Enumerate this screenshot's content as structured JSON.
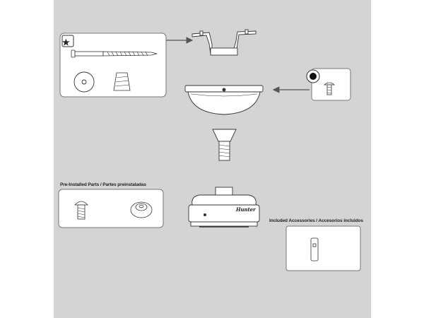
{
  "labels": {
    "pre_installed": "Pre-Installed Parts / Partes preinstaladas",
    "included_accessories": "Included Accessories / Accesorios incluidos",
    "brand": "Hunter"
  },
  "icons": {
    "star": "★"
  },
  "colors": {
    "panel": "#d4d4d4",
    "box_fill": "#ffffff",
    "box_stroke": "#777777",
    "line": "#333333",
    "arrow": "#555555"
  }
}
